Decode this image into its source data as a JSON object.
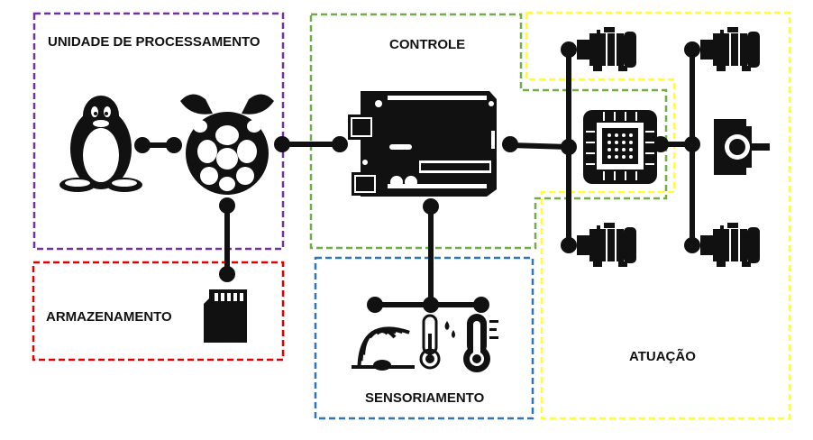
{
  "labels": {
    "processing": "UNIDADE DE PROCESSAMENTO",
    "control": "CONTROLE",
    "storage": "ARMAZENAMENTO",
    "sensing": "SENSORIAMENTO",
    "actuation": "ATUAÇÃO"
  },
  "colors": {
    "processing": "#7030a0",
    "control": "#70ad47",
    "storage": "#e00000",
    "sensing": "#2e75b6",
    "actuation": "#ffff33",
    "ink": "#111111"
  },
  "icons": [
    "linux-tux-icon",
    "raspberry-pi-icon",
    "arduino-board-icon",
    "sd-card-icon",
    "presence-sensor-icon",
    "humidity-thermometer-icon",
    "temperature-thermometer-icon",
    "motor-driver-chip-icon",
    "ac-motor-icon",
    "stepper-motor-icon"
  ]
}
